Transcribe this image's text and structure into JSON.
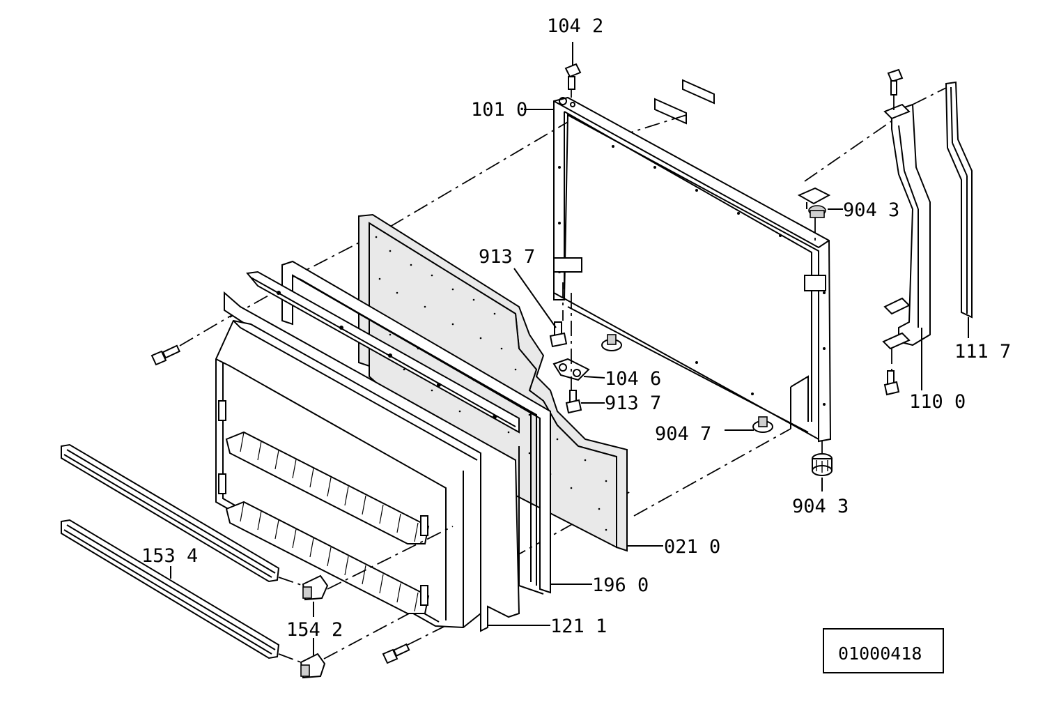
{
  "document_number": "01000418",
  "part_labels": {
    "p104_2": "104 2",
    "p101_0": "101 0",
    "p904_3_top": "904 3",
    "p913_7_a": "913 7",
    "p104_6": "104 6",
    "p913_7_b": "913 7",
    "p904_7": "904 7",
    "p904_3_bottom": "904 3",
    "p111_7": "111 7",
    "p110_0": "110 0",
    "p021_0": "021 0",
    "p196_0": "196 0",
    "p121_1": "121 1",
    "p153_4": "153 4",
    "p154_2": "154 2"
  },
  "colors": {
    "line": "#000000",
    "background": "#ffffff",
    "insulation_fill": "#e9e9e9"
  }
}
